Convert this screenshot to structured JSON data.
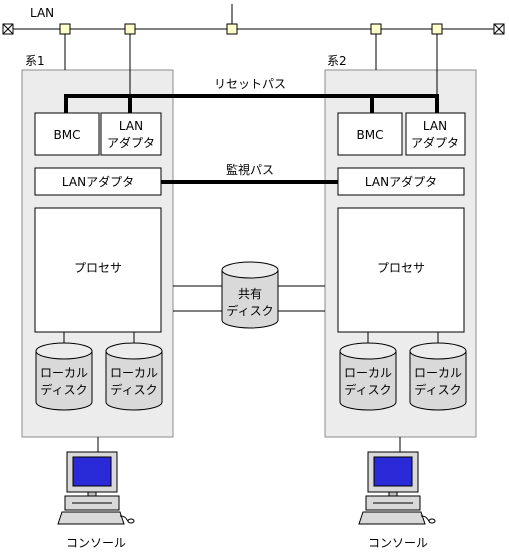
{
  "network": {
    "lan_label": "LAN"
  },
  "paths": {
    "reset_path": "リセットパス",
    "monitor_path": "監視パス"
  },
  "system1": {
    "label": "系1",
    "bmc": "BMC",
    "lan_adapter_small": [
      "LAN",
      "アダプタ"
    ],
    "lan_adapter": "LANアダプタ",
    "processor": "プロセサ",
    "local_disks": [
      [
        "ローカル",
        "ディスク"
      ],
      [
        "ローカル",
        "ディスク"
      ]
    ]
  },
  "system2": {
    "label": "系2",
    "bmc": "BMC",
    "lan_adapter_small": [
      "LAN",
      "アダプタ"
    ],
    "lan_adapter": "LANアダプタ",
    "processor": "プロセサ",
    "local_disks": [
      [
        "ローカル",
        "ディスク"
      ],
      [
        "ローカル",
        "ディスク"
      ]
    ]
  },
  "shared_disk": [
    "共有",
    "ディスク"
  ],
  "consoles": [
    "コンソール",
    "コンソール"
  ],
  "colors": {
    "system_bg": "#ececec",
    "hub": "#ffffcc",
    "disk": "#d9d9d9",
    "screen": "#2a2ad8"
  }
}
